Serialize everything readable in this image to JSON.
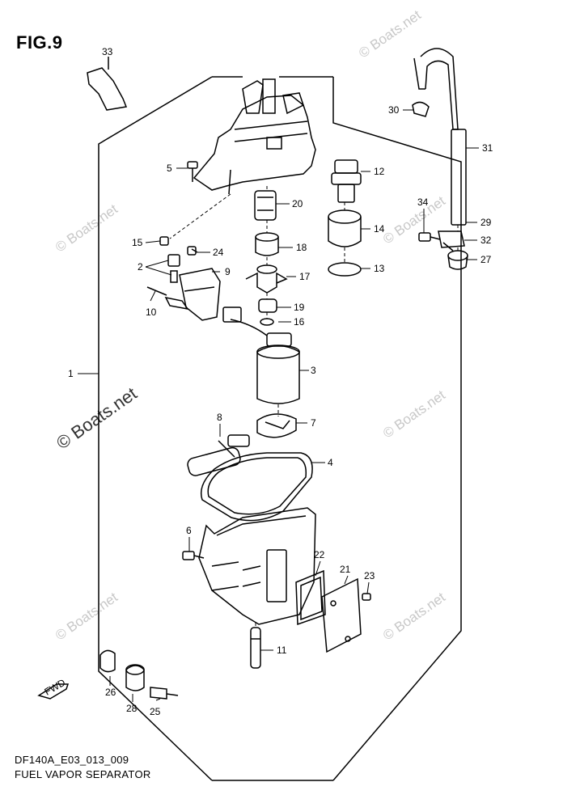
{
  "figure": {
    "title": "FIG.9"
  },
  "footer": {
    "code": "DF140A_E03_013_009",
    "name": "FUEL VAPOR SEPARATOR"
  },
  "watermark": {
    "text": "© Boats.net"
  },
  "front_arrow": {
    "label": "FWD"
  },
  "callouts": [
    "1",
    "2",
    "3",
    "4",
    "5",
    "6",
    "7",
    "8",
    "9",
    "10",
    "11",
    "12",
    "13",
    "14",
    "15",
    "16",
    "17",
    "18",
    "19",
    "20",
    "21",
    "22",
    "23",
    "24",
    "25",
    "26",
    "27",
    "28",
    "29",
    "30",
    "31",
    "32",
    "33",
    "34"
  ]
}
